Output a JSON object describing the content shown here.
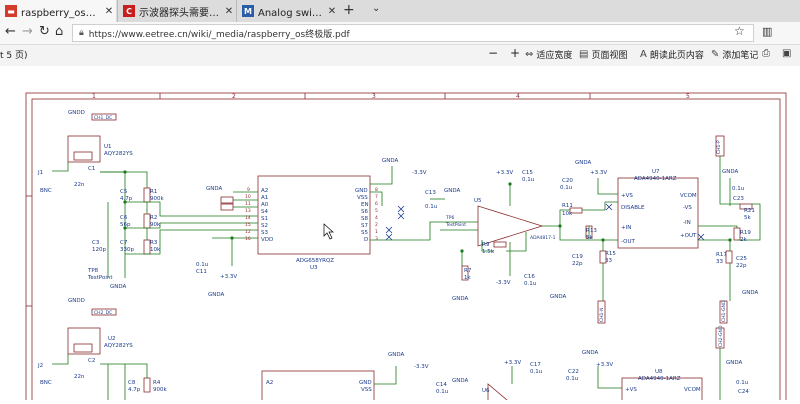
{
  "tabs": [
    {
      "label": "raspberry_os终极版.pdf",
      "icon": "pdf-icon",
      "color": "#d33b2c",
      "active": true
    },
    {
      "label": "示波器探头需要补偿校准的",
      "icon": "c-logo-icon",
      "color": "#c81e1e",
      "active": false
    },
    {
      "label": "Analog switch 模拟开关 IC |",
      "icon": "m-logo-icon",
      "color": "#2b5da8",
      "active": false
    }
  ],
  "new_tab": "+",
  "tab_menu": "⌄",
  "close_x": "✕",
  "nav": {
    "back": "←",
    "forward": "→",
    "refresh": "↻",
    "home": "⌂",
    "url": "https://www.eetree.cn/wiki/_media/raspberry_os终极版.pdf",
    "star": "☆"
  },
  "pdf_toolbar": {
    "page_info": "t 5 页)",
    "zoom_out": "−",
    "zoom_in": "+",
    "fit_width": "适应宽度",
    "page_view": "页面视图",
    "read_aloud": "朗读此页内容",
    "add_notes": "添加笔记"
  },
  "schematic": {
    "columns": [
      "1",
      "2",
      "3",
      "4",
      "5"
    ],
    "top": {
      "chip_u1": {
        "ref": "U1",
        "part": "AQY282YS",
        "gnd": "GNDD",
        "tag": "CH1_DC"
      },
      "j1": {
        "ref": "J1",
        "part": "BNC"
      },
      "c1": {
        "ref": "C1",
        "val": "22n"
      },
      "c5": {
        "ref": "C5",
        "val": "4.7p"
      },
      "r1": {
        "ref": "R1",
        "val": "900k"
      },
      "c6": {
        "ref": "C6",
        "val": "56p"
      },
      "r2": {
        "ref": "R2",
        "val": "90k"
      },
      "c3": {
        "ref": "C3",
        "val": "120p"
      },
      "c7": {
        "ref": "C7",
        "val": "330p"
      },
      "r3": {
        "ref": "R3",
        "val": "10k"
      },
      "tp": "TestPoint",
      "tp_ref": "TP8",
      "u3": {
        "ref": "U3",
        "part": "ADG658YRQZ",
        "pins_left": [
          "A2",
          "A1",
          "A0",
          "S4",
          "S1",
          "S2",
          "S3",
          "VDD"
        ],
        "pins_right": [
          "GND",
          "VSS",
          "EN",
          "S6",
          "S8",
          "S7",
          "S5",
          "D"
        ],
        "pin_nums_left": [
          "9",
          "10",
          "11",
          "13",
          "14",
          "15",
          "12",
          "16"
        ],
        "pin_nums_right": [
          "8",
          "7",
          "6",
          "5",
          "4",
          "2",
          "1",
          "3"
        ]
      },
      "c11": {
        "ref": "C11",
        "val": "0.1u"
      },
      "c13": {
        "ref": "C13",
        "val": "0.1u"
      },
      "u5": {
        "ref": "U5",
        "part": "ADA4817-1"
      },
      "r9": {
        "ref": "R9",
        "val": "1.5k"
      },
      "r7": {
        "ref": "R7",
        "val": "1k"
      },
      "c15": {
        "ref": "C15",
        "val": "0.1u"
      },
      "c16": {
        "ref": "C16",
        "val": "0.1u"
      },
      "tp6": {
        "ref": "TP6",
        "label": "TestPoint"
      },
      "r11": {
        "ref": "R11",
        "val": "10k"
      },
      "r13": {
        "ref": "R13",
        "val": "5k"
      },
      "c20": {
        "ref": "C20",
        "val": "0.1u"
      },
      "c19": {
        "ref": "C19",
        "val": "22p"
      },
      "r15": {
        "ref": "R15",
        "val": "33"
      },
      "u7": {
        "ref": "U7",
        "part": "ADA4940-1ARZ",
        "pins_left": [
          "+VS",
          "DISABLE",
          "+IN",
          "-OUT"
        ],
        "pins_right": [
          "VCOM",
          "-VS",
          "-IN",
          "+OUT"
        ]
      },
      "c23": {
        "ref": "C23",
        "val": "0.1u"
      },
      "r21": {
        "ref": "R21",
        "val": "5k"
      },
      "r19": {
        "ref": "R19",
        "val": "2k"
      },
      "r17": {
        "ref": "R17",
        "val": "33"
      },
      "c25": {
        "ref": "C25",
        "val": "22p"
      },
      "net_ch1_p": "CH1-P",
      "net_ch1_n": "CH1-N",
      "net_ch1_gnd": "CH1-GND",
      "v33": "+3.3V",
      "vm33": "-3.3V",
      "gnd": "GNDA"
    },
    "bottom": {
      "chip_u2": {
        "ref": "U2",
        "part": "AQY282YS",
        "gnd": "GNDD",
        "tag": "CH2_DC"
      },
      "j2": {
        "ref": "J2",
        "part": "BNC"
      },
      "c2": {
        "ref": "C2",
        "val": "22n"
      },
      "c8": {
        "ref": "C8",
        "val": "4.7p"
      },
      "r4": {
        "ref": "R4",
        "val": "900k"
      },
      "c14": {
        "ref": "C14",
        "val": "0.1u"
      },
      "u6": {
        "ref": "U6"
      },
      "c17": {
        "ref": "C17",
        "val": "0.1u"
      },
      "c22": {
        "ref": "C22",
        "val": "0.1u"
      },
      "u8": {
        "ref": "U8",
        "part": "ADA4940-1ARZ",
        "pins_left": [
          "+VS"
        ],
        "pins_right": [
          "VCOM"
        ]
      },
      "c24": {
        "ref": "C24",
        "val": "0.1u"
      },
      "net_ch2_gnd": "CH2-GND",
      "u4_pins_left": [
        "A2"
      ],
      "u4_pins_right": [
        "GND",
        "VSS"
      ]
    }
  }
}
